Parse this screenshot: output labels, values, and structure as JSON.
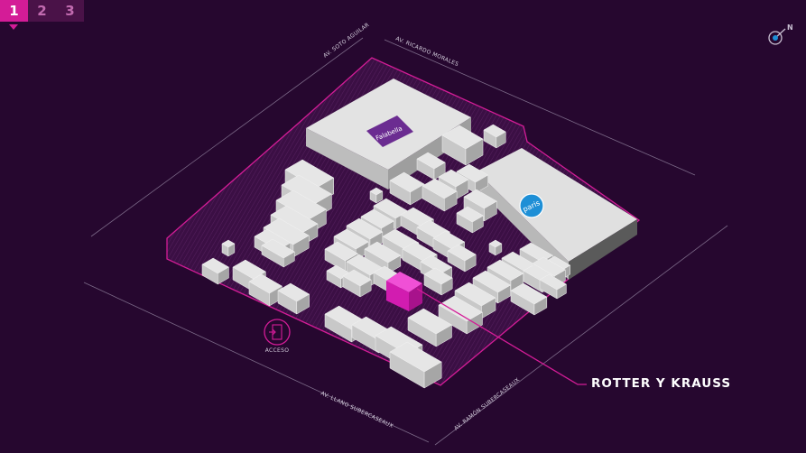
{
  "floors": {
    "tabs": [
      {
        "label": "1",
        "active": true
      },
      {
        "label": "2",
        "active": false
      },
      {
        "label": "3",
        "active": false
      }
    ]
  },
  "compass": {
    "label": "N",
    "icon": "compass-north-icon"
  },
  "streets": {
    "soto_aguilar": "AV. SOTO AGUILAR",
    "ricardo_morales": "AV. RICARDO MORALES",
    "llano_subercaseaux": "AV. LLANO SUBERCASEAUX",
    "ramon_subercaseaux": "AV. RAMÓN SUBERCASEAUX"
  },
  "anchors": {
    "falabella": {
      "label": "Falabella",
      "color": "#6b2c91"
    },
    "paris": {
      "label": "paris",
      "color": "#1e8fd6"
    }
  },
  "selected_store": {
    "name": "ROTTER Y KRAUSS",
    "color": "#e020c0"
  },
  "entrance": {
    "label": "ACCESO",
    "icon": "door-entrance-icon"
  },
  "colors": {
    "background": "#26072f",
    "accent": "#d41c97",
    "building": "#dcdcdc"
  }
}
